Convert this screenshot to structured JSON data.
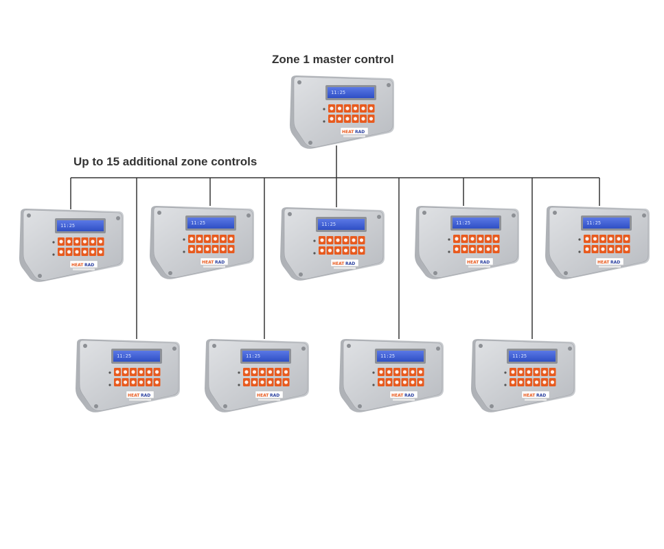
{
  "labels": {
    "master": "Zone 1 master control",
    "additional": "Up to 15 additional zone controls"
  },
  "device": {
    "display_text": "11:25",
    "brand_left": "HEAT",
    "brand_right": "RAD"
  },
  "colors": {
    "housing": "#c9cbcf",
    "display": "#3d5fd6",
    "keypad": "#e85a1e",
    "wire": "#333333",
    "label_text": "#333333"
  },
  "units": [
    {
      "name": "zone-control-master",
      "role": "master"
    },
    {
      "name": "zone-control-row1-1",
      "role": "additional"
    },
    {
      "name": "zone-control-row1-2",
      "role": "additional"
    },
    {
      "name": "zone-control-row1-3",
      "role": "additional"
    },
    {
      "name": "zone-control-row1-4",
      "role": "additional"
    },
    {
      "name": "zone-control-row1-5",
      "role": "additional"
    },
    {
      "name": "zone-control-row2-1",
      "role": "additional"
    },
    {
      "name": "zone-control-row2-2",
      "role": "additional"
    },
    {
      "name": "zone-control-row2-3",
      "role": "additional"
    },
    {
      "name": "zone-control-row2-4",
      "role": "additional"
    }
  ]
}
